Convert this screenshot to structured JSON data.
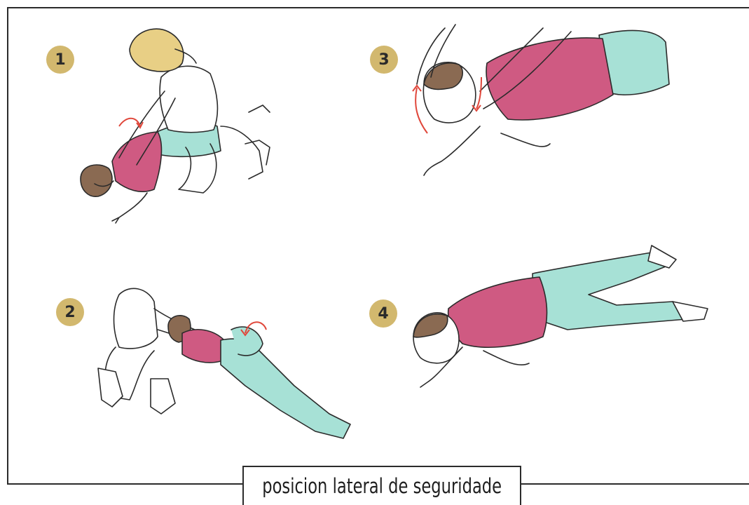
{
  "caption": "posicion lateral de seguridade",
  "steps": [
    {
      "number": "1"
    },
    {
      "number": "2"
    },
    {
      "number": "3"
    },
    {
      "number": "4"
    }
  ],
  "colors": {
    "badge": "#d2b86e",
    "shirt": "#cf5a82",
    "pants": "#a7e1d6",
    "hair_patient": "#8a6a52",
    "hair_helper": "#e8cf85",
    "arrow": "#e0473b",
    "line": "#2b2b2b"
  }
}
